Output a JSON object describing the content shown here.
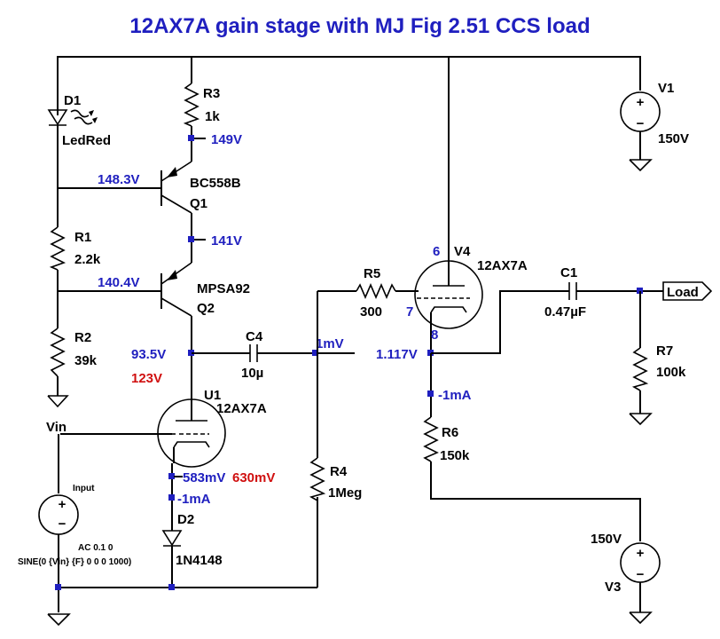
{
  "title": "12AX7A gain stage with MJ Fig 2.51 CCS load",
  "colors": {
    "title": "#1f1fbf",
    "node_voltage": "#1f1fbf",
    "annotation": "#d01010",
    "wire": "#000000"
  },
  "components": {
    "d1": {
      "ref": "D1",
      "value": "LedRed"
    },
    "r3": {
      "ref": "R3",
      "value": "1k"
    },
    "q1": {
      "ref": "Q1",
      "value": "BC558B"
    },
    "r1": {
      "ref": "R1",
      "value": "2.2k"
    },
    "q2": {
      "ref": "Q2",
      "value": "MPSA92"
    },
    "r2": {
      "ref": "R2",
      "value": "39k"
    },
    "c4": {
      "ref": "C4",
      "value": "10µ"
    },
    "u1": {
      "ref": "U1",
      "value": "12AX7A"
    },
    "d2": {
      "ref": "D2",
      "value": "1N4148"
    },
    "r4": {
      "ref": "R4",
      "value": "1Meg"
    },
    "r5": {
      "ref": "R5",
      "value": "300"
    },
    "v4": {
      "ref": "V4",
      "value": "12AX7A",
      "pin_plate": "6",
      "pin_grid": "7",
      "pin_cathode": "8"
    },
    "c1": {
      "ref": "C1",
      "value": "0.47µF"
    },
    "r7": {
      "ref": "R7",
      "value": "100k"
    },
    "r6": {
      "ref": "R6",
      "value": "150k"
    },
    "v1": {
      "ref": "V1",
      "value": "150V"
    },
    "v3": {
      "ref": "V3",
      "value": "150V"
    },
    "input": {
      "name": "Input",
      "ac": "AC 0.1 0",
      "sine": "SINE(0 {Vin} {F} 0 0 0 1000)"
    }
  },
  "nets": {
    "vin": "Vin",
    "load": "Load"
  },
  "node_voltages": {
    "r3_bottom": "149V",
    "q1_base": "148.3V",
    "q1_collector": "141V",
    "q2_base": "140.4V",
    "u1_plate": "93.5V",
    "output": "1mV",
    "u1_cathode": "583mV",
    "u1_cathode_current": "-1mA",
    "v4_cathode": "1.117V",
    "v4_cathode_current": "-1mA"
  },
  "annotations": {
    "u1_plate_alt": "123V",
    "u1_cathode_alt": "630mV"
  }
}
